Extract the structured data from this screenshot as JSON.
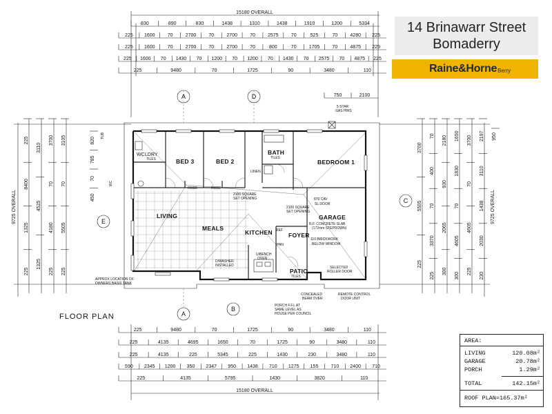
{
  "listing": {
    "address_line1": "14 Brinawarr Street",
    "address_line2": "Bomaderry",
    "brand_name": "Raine&Horne",
    "brand_suffix": "Berry"
  },
  "plan_title": "FLOOR PLAN",
  "rooms": {
    "bed3": "BED 3",
    "bed2": "BED 2",
    "bedroom1": "BEDROOM 1",
    "bath": "BATH",
    "wc": "WC",
    "ldry": "LDRY",
    "living": "LIVING",
    "meals": "MEALS",
    "kitchen": "KITCHEN",
    "foyer": "FOYER",
    "garage": "GARAGE",
    "patio": "PATIO",
    "robe": "ROBE",
    "linen": "LINEN",
    "pan": "PAN",
    "ref": "REF"
  },
  "notes": {
    "tub": "TUB",
    "wc_outer": "WC",
    "garage_slab": "R.F. CONCRETE SLAB",
    "garage_step": "(172mm STEPDOWN)",
    "cav": "870 CAV",
    "sl_door": "SL DOOR",
    "brickwork": "110 BRICKWORK",
    "below_window": "BELOW WINDOW",
    "square_set_1": "2100 SQUARE",
    "square_set_1b": "SET OPENING",
    "square_set_2": "2100 SQUARE",
    "square_set_2b": "SET OPENING",
    "selected_roller": "SELECTED",
    "roller_door": "ROLLER DOOR",
    "remote_control": "REMOTE CONTROL",
    "door_unit": "DOOR UNIT",
    "concealed": "CONCEALED",
    "beam_over": "BEAM OVER",
    "porch_ffl": "PORCH F.F.L AT",
    "same_level": "SAME LEVEL AS",
    "house_council": "HOUSE PER COUNCIL",
    "approx_1": "APPROX LOCATION OF",
    "approx_2": "OWNERS BASIX TANK",
    "washer": "D/WASHER",
    "installed": "INSTALLED",
    "benchover": "U/BENCH",
    "oven": "OVEN",
    "star_gas": "5 STAR",
    "gas_hws": "GAS HWS",
    "patio_tiles": "TILES",
    "tiles": "TILES"
  },
  "markers": [
    "A",
    "D",
    "C",
    "E",
    "A",
    "B"
  ],
  "dims": {
    "top_overall": "15180 OVERALL",
    "top_row2": [
      "830",
      "890",
      "830",
      "1438",
      "1310",
      "1438",
      "1910",
      "1200",
      "5334"
    ],
    "top_row3": [
      "225",
      "1600",
      "70",
      "2700",
      "70",
      "2700",
      "70",
      "2575",
      "70",
      "525",
      "70",
      "4280",
      "225"
    ],
    "top_row4": [
      "225",
      "1600",
      "70",
      "2700",
      "70",
      "2700",
      "70",
      "800",
      "70",
      "1705",
      "70",
      "4875",
      "225"
    ],
    "top_row5": [
      "225",
      "1600",
      "70",
      "1430",
      "70",
      "1200",
      "70",
      "1200",
      "70",
      "1430",
      "70",
      "2575",
      "70",
      "4875",
      "225"
    ],
    "top_row6": [
      "225",
      "9480",
      "70",
      "1725",
      "90",
      "3480",
      "110"
    ],
    "top_small": [
      "750",
      "2100"
    ],
    "bottom_row1": [
      "225",
      "9480",
      "70",
      "1725",
      "90",
      "3480",
      "110"
    ],
    "bottom_row2": [
      "225",
      "4135",
      "4695",
      "1650",
      "70",
      "1725",
      "90",
      "3480",
      "110"
    ],
    "bottom_row3": [
      "225",
      "4135",
      "225",
      "5345",
      "225",
      "1430",
      "230",
      "3480",
      "110"
    ],
    "bottom_row4": [
      "590",
      "2345",
      "1200",
      "350",
      "2347",
      "950",
      "1438",
      "710",
      "1275",
      "155",
      "710",
      "2400",
      "710"
    ],
    "bottom_row5": [
      "225",
      "4135",
      "5795",
      "1430",
      "3820",
      "110"
    ],
    "bottom_overall": "15180 OVERALL",
    "left_overall": "9725 OVERALL",
    "left_col1": [
      "225",
      "8400",
      "1325",
      "225"
    ],
    "left_col2": [
      "3110",
      "4525",
      "1325"
    ],
    "left_col3": [
      "3700",
      "70",
      "4180",
      "225"
    ],
    "left_col4": [
      "3105",
      "70",
      "5505",
      "225"
    ],
    "left_small": [
      "820",
      "785",
      "70",
      "450"
    ],
    "right_overall": "9725 OVERALL",
    "right_col1": [
      "3700",
      "5505",
      "225"
    ],
    "right_col2": [
      "70",
      "400",
      "70",
      "3370",
      "225"
    ],
    "right_col3": [
      "2180",
      "930",
      "2065",
      "300"
    ],
    "right_col4": [
      "1650",
      "1830",
      "70",
      "4605",
      "300"
    ],
    "right_col5": [
      "3700",
      "70",
      "4605",
      "225"
    ],
    "right_col6": [
      "2197",
      "3110",
      "1438",
      "2030",
      "230"
    ],
    "right_small": [
      "950"
    ]
  },
  "areas": {
    "heading": "AREA:",
    "rows": [
      {
        "label": "LIVING",
        "value": "120.08m²"
      },
      {
        "label": "GARAGE",
        "value": "20.78m²"
      },
      {
        "label": "PORCH",
        "value": "1.29m²"
      }
    ],
    "total_label": "TOTAL",
    "total_value": "142.15m²",
    "roof_label": "ROOF PLAN=",
    "roof_value": "165.37m²"
  }
}
